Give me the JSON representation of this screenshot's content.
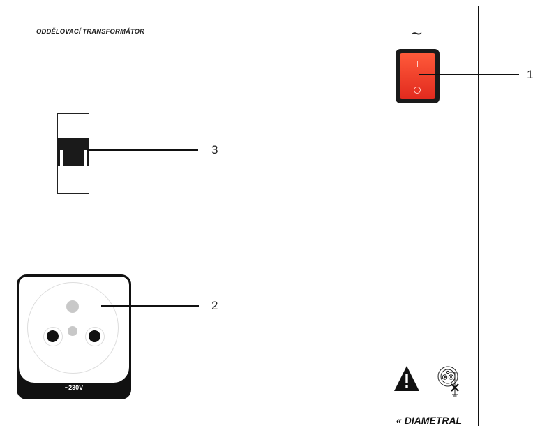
{
  "panel": {
    "title": "ODDĚLOVACÍ TRANSFORMÁTOR",
    "ac_symbol": "~",
    "socket_voltage_label": "~230V",
    "brand": "« DIAMETRAL",
    "switch_on_mark": "I",
    "switch_off_mark": "O"
  },
  "callouts": [
    {
      "number": "1",
      "target": "power-switch"
    },
    {
      "number": "2",
      "target": "power-socket"
    },
    {
      "number": "3",
      "target": "fuse"
    }
  ],
  "colors": {
    "switch_red": "#e12a1e",
    "dark": "#1a1a1a",
    "socket_hole_gray": "#c8c8c8"
  },
  "icons": [
    "warning-triangle-icon",
    "isolation-transformer-symbol-icon"
  ]
}
